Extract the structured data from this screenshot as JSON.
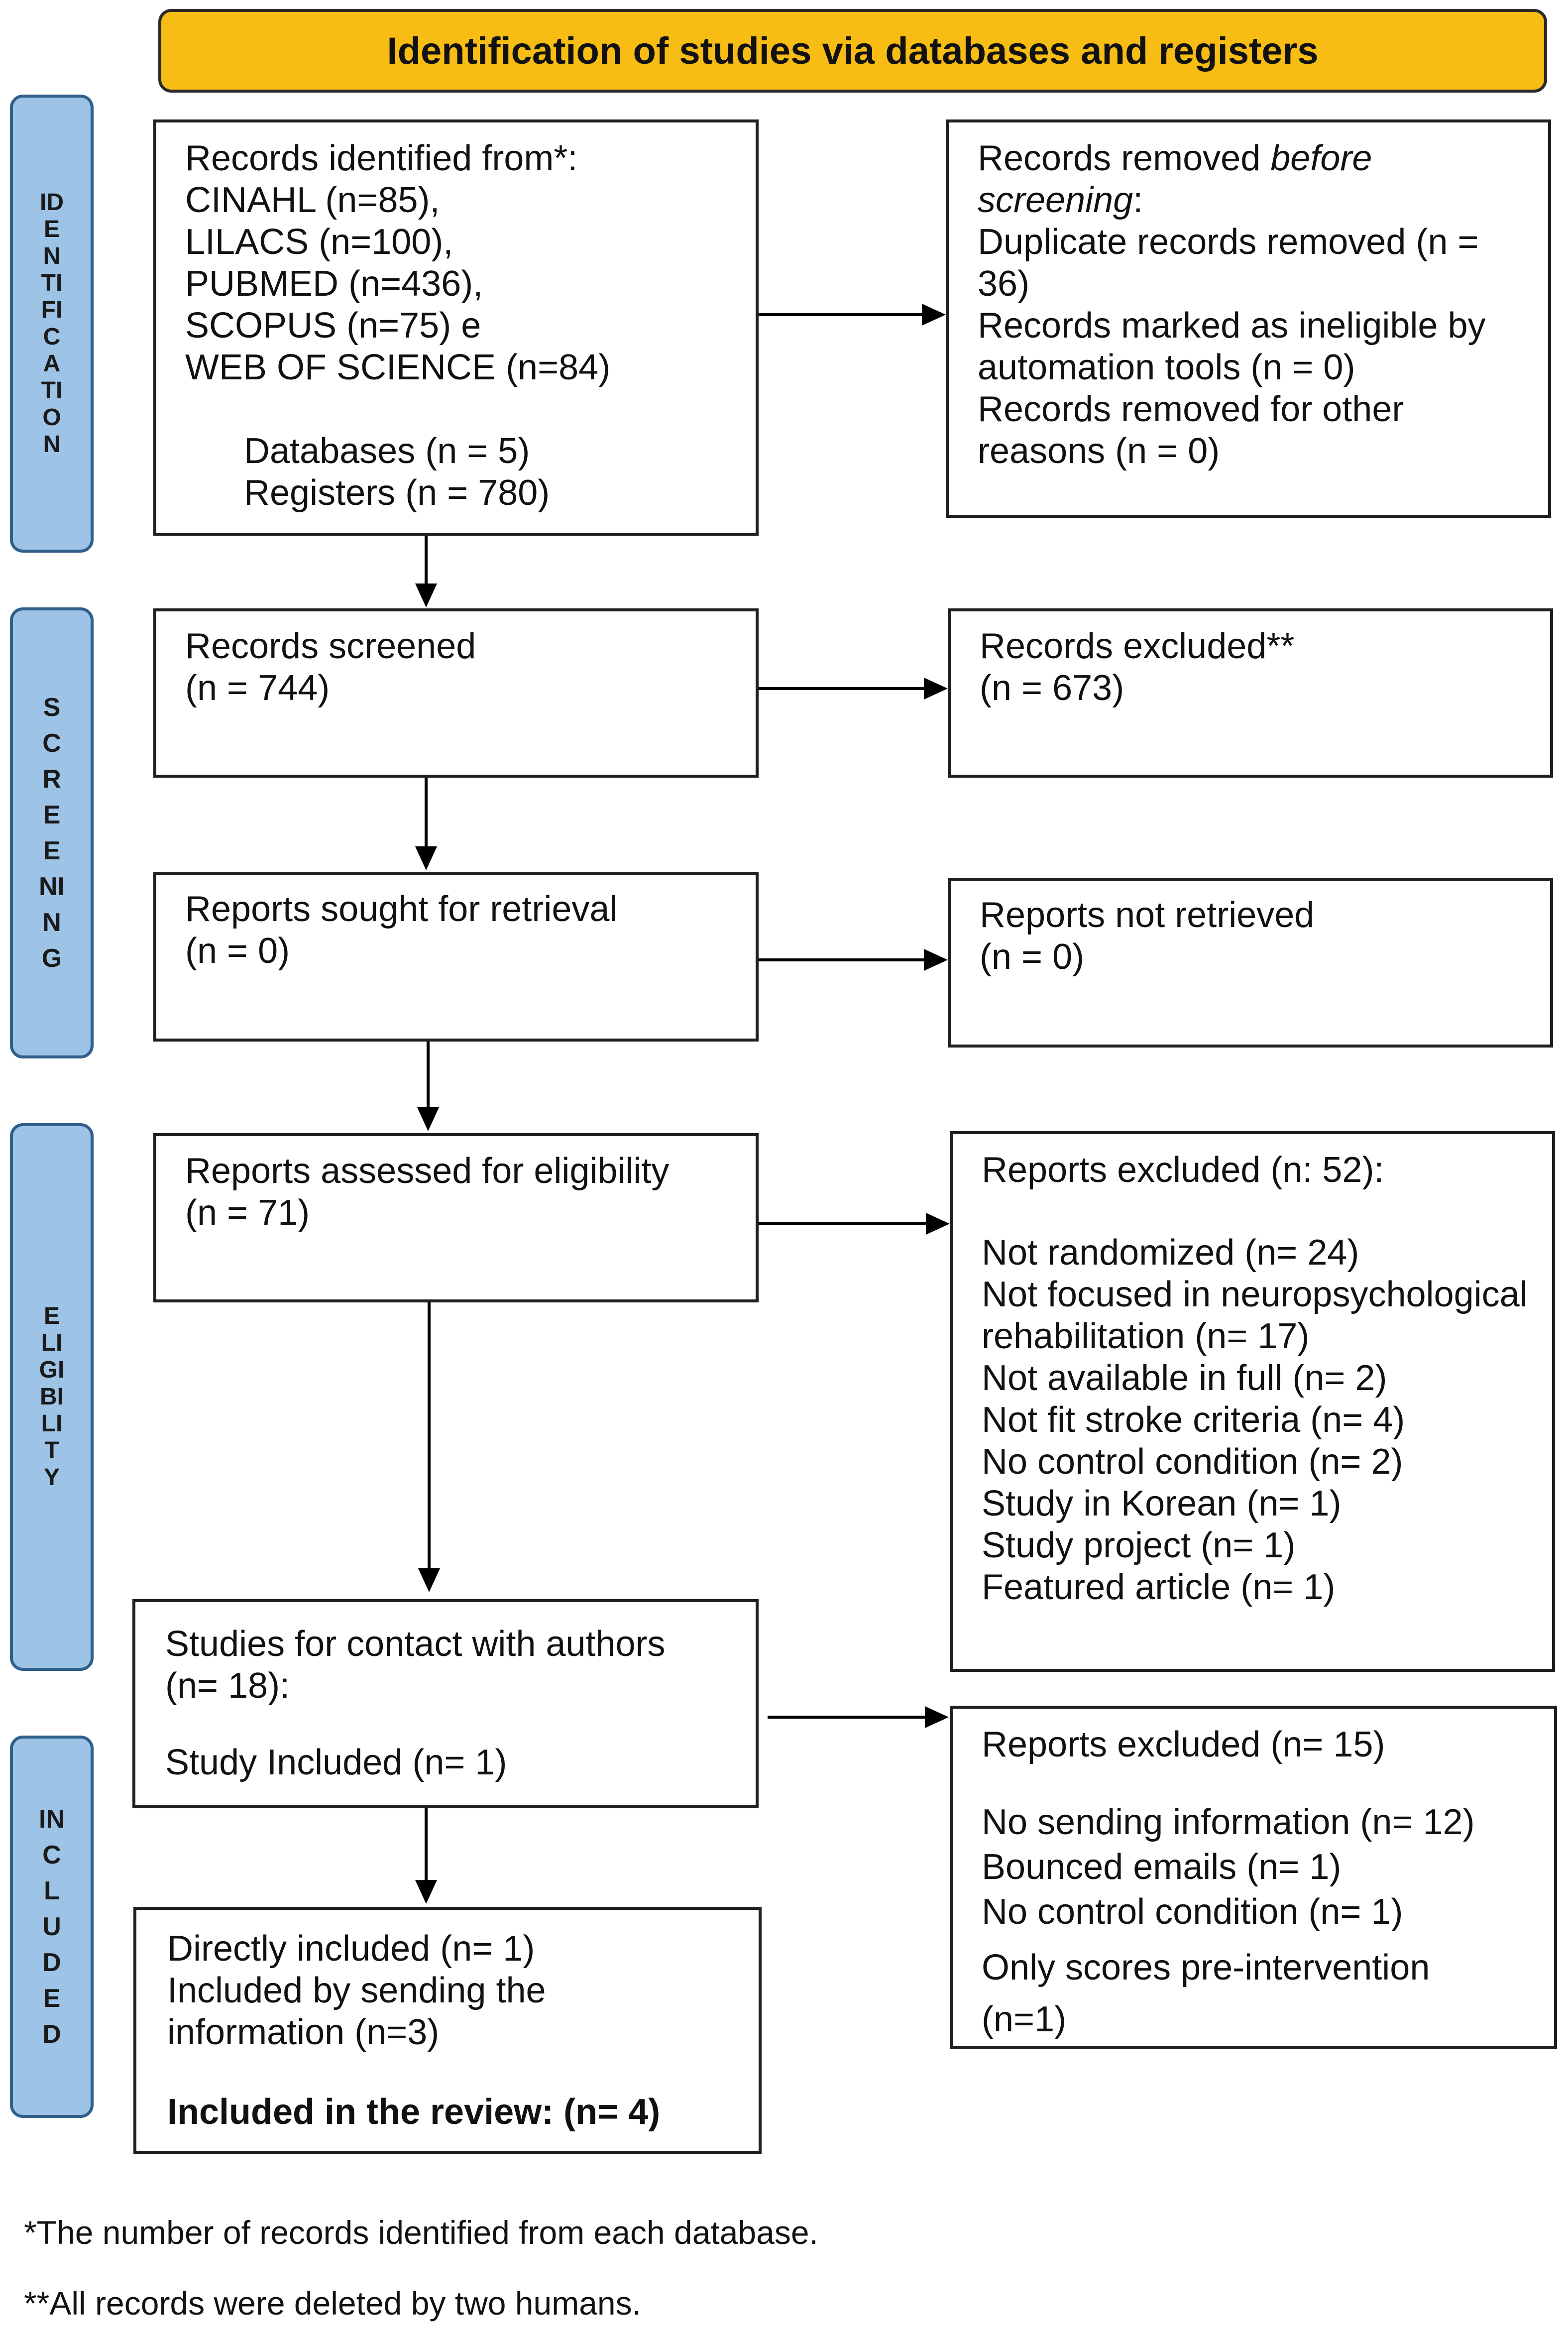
{
  "header": {
    "title": "Identification of studies via databases and registers"
  },
  "phases": {
    "identification": "IDENTIFICATION",
    "screening": "SCREENING",
    "eligibility": "ELIGIBILITY",
    "included": "INCLUDED"
  },
  "boxes": {
    "records_identified": {
      "lines": "Records identified from*:\nCINAHL (n=85),\nLILACS (n=100),\nPUBMED (n=436),\nSCOPUS (n=75) e\nWEB OF SCIENCE (n=84)",
      "databases": "Databases (n = 5)",
      "registers": "Registers (n = 780)"
    },
    "records_removed": {
      "title_pre": "Records removed ",
      "title_em": "before screening",
      "title_post": ":",
      "lines": "Duplicate records removed  (n = 36)\nRecords marked as ineligible by automation tools (n = 0)\nRecords removed for other reasons (n = 0)"
    },
    "records_screened": {
      "lines": "Records screened\n(n = 744)"
    },
    "records_excluded": {
      "lines": "Records excluded**\n(n = 673)"
    },
    "reports_sought": {
      "lines": "Reports sought for retrieval\n(n = 0)"
    },
    "reports_not_retrieved": {
      "lines": "Reports not retrieved\n(n = 0)"
    },
    "reports_assessed": {
      "lines": "Reports assessed for eligibility\n(n = 71)"
    },
    "reports_excluded_52": {
      "title": "Reports excluded (n: 52):",
      "lines": "Not randomized (n= 24)\nNot focused in neuropsychological rehabilitation (n= 17)\nNot available in full (n= 2)\nNot fit stroke criteria (n= 4)\nNo control condition (n= 2)\nStudy in Korean (n= 1)\nStudy project (n= 1)\nFeatured article (n= 1)"
    },
    "studies_contact": {
      "lines": "Studies for contact with authors\n(n= 18):",
      "included": "Study Included (n= 1)"
    },
    "reports_excluded_15": {
      "title": "Reports excluded (n= 15)",
      "item1": "No sending information (n= 12)",
      "item2": "Bounced emails (n= 1)",
      "item3": "No control condition (n= 1)",
      "item4": "Only scores pre-intervention\n(n=1)"
    },
    "included_final": {
      "lines": "Directly included (n= 1)\nIncluded by sending the\ninformation (n=3)",
      "total": "Included in the review: (n= 4)"
    }
  },
  "footnotes": {
    "note1": "*The number of records identified from each database.",
    "note2": "**All records were deleted by two humans."
  }
}
